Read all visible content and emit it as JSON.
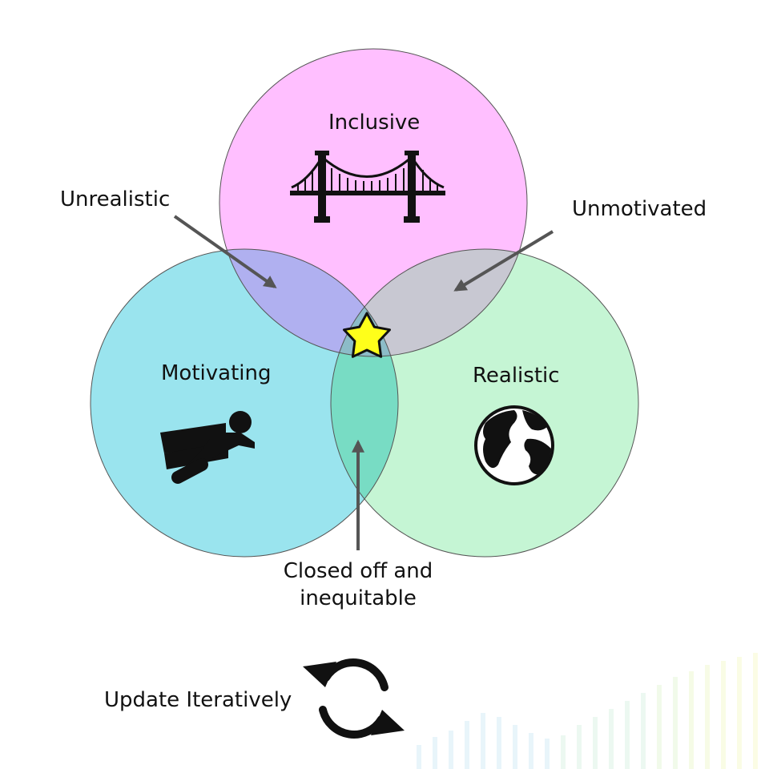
{
  "diagram": {
    "circles": {
      "top": {
        "label": "Inclusive",
        "icon": "bridge-icon",
        "color": "#ffbfff"
      },
      "left": {
        "label": "Motivating",
        "icon": "flying-person-icon",
        "color": "#9ae4ee"
      },
      "right": {
        "label": "Realistic",
        "icon": "globe-icon",
        "color": "#c5f5d4"
      }
    },
    "overlaps": {
      "top_left": {
        "color": "#b0b0f0"
      },
      "top_right": {
        "color": "#c8c8d2"
      },
      "left_right": {
        "color": "#78dcc4"
      }
    },
    "annotations": {
      "unrealistic": "Unrealistic",
      "unmotivated": "Unmotivated",
      "closed_line1": "Closed off and",
      "closed_line2": "inequitable"
    },
    "center_icon": "star-icon",
    "center_color": "#ffff1a",
    "footer_label": "Update Iteratively",
    "footer_icon": "refresh-cycle-icon",
    "arrow_color": "#555555"
  }
}
